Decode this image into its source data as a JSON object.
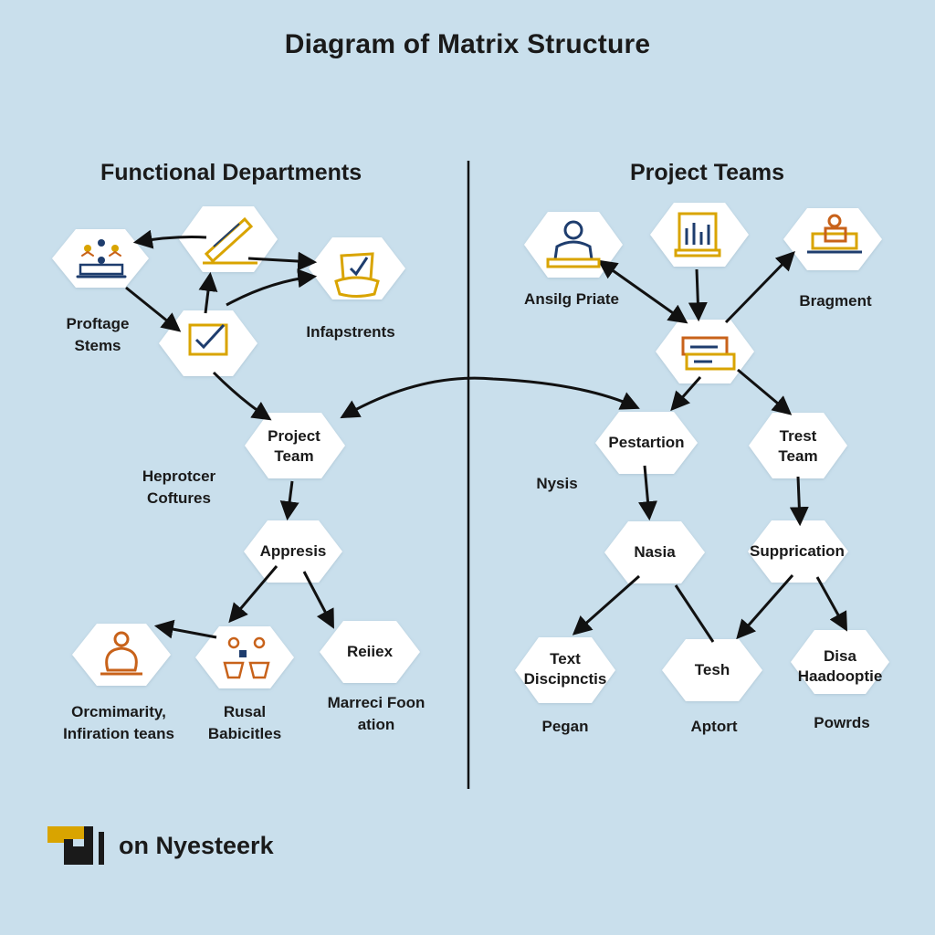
{
  "title": "Diagram of Matrix Structure",
  "left_heading": "Functional Departments",
  "right_heading": "Project Teams",
  "left_labels": {
    "proftage": [
      "Proftage",
      "Stems"
    ],
    "infapstrents": "Infapstrents",
    "heprotcer": [
      "Heprotcer",
      "Coftures"
    ],
    "orcmimarity": [
      "Orcmimarity,",
      "Infiration teans"
    ],
    "rusal": [
      "Rusal",
      "Babicitles"
    ],
    "marreci": [
      "Marreci Foon",
      "ation"
    ]
  },
  "left_nodes": {
    "project_team": [
      "Project",
      "Team"
    ],
    "appresis": "Appresis",
    "reiiex": "Reiiex"
  },
  "right_labels": {
    "ansilg": "Ansilg Priate",
    "bragment": "Bragment",
    "nysis": "Nysis",
    "pegan": "Pegan",
    "aptort": "Aptort",
    "powrds": "Powrds"
  },
  "right_nodes": {
    "pestartion": "Pestartion",
    "trest_team": [
      "Trest",
      "Team"
    ],
    "nasia": "Nasia",
    "supprication": "Supprication",
    "text_discipnctis": [
      "Text",
      "Discipnctis"
    ],
    "tesh": "Tesh",
    "disa": [
      "Disa",
      "Haadooptie"
    ]
  },
  "brand": {
    "name": "on Nyesteerk"
  },
  "colors": {
    "background": "#c9dfec",
    "node_fill": "#ffffff",
    "icon_gold": "#d9a400",
    "icon_orange": "#c8621a",
    "icon_blue": "#1e3d6e",
    "arrow": "#111111"
  }
}
